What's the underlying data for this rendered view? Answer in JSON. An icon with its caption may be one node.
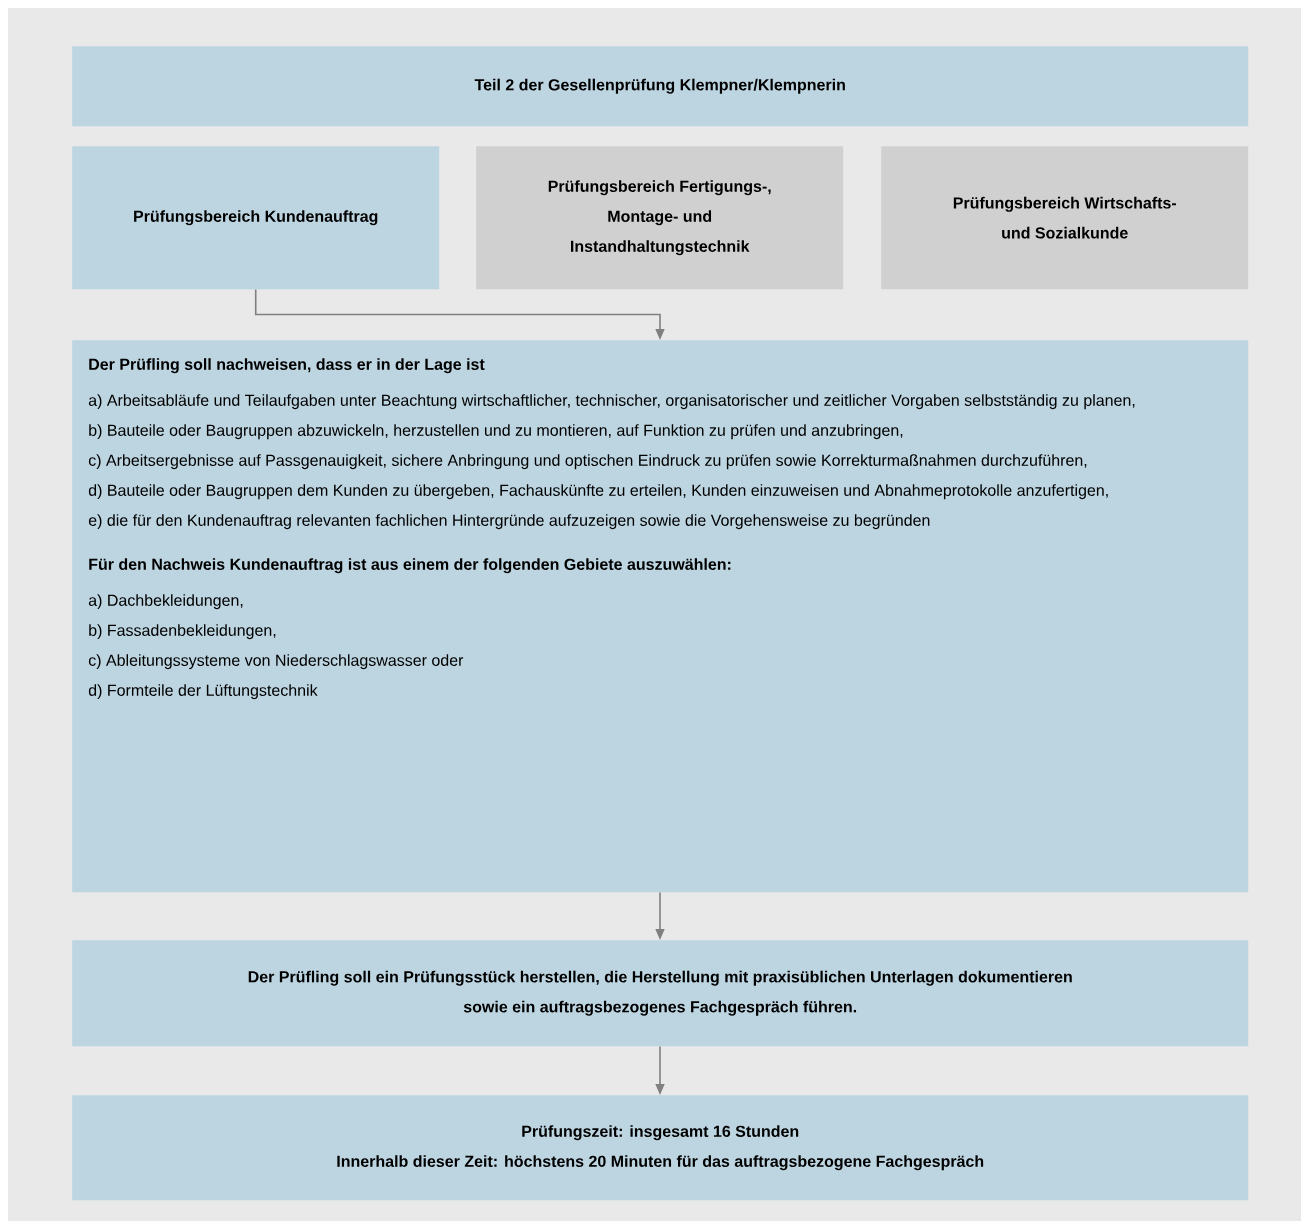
{
  "diagram": {
    "nodes": [
      {
        "text": [
          "Teil 2 der Gesellenprüfung Klempner/Klempnerin"
        ]
      },
      {
        "text": [
          "Prüfungsbereich Kundenauftrag"
        ]
      },
      {
        "text": [
          "Prüfungsbereich Fertigungs-, Montage- und Instandhaltungstechnik"
        ]
      },
      {
        "text": [
          "Prüfungsbereich Wirtschafts- und Sozialkunde"
        ]
      },
      {
        "text": [
          "Der Prüfling soll nachweisen, dass er in der Lage ist",
          "a) Arbeitsabläufe und Teilaufgaben unter Beachtung wirtschaftlicher, technischer, organisatorischer und zeitlicher Vorgaben selbstständig zu planen,",
          "b) Bauteile oder Baugruppen abzuwickeln, herzustellen und zu montieren, auf Funktion zu prüfen und anzubringen,",
          "c) Arbeitsergebnisse auf Passgenauigkeit, sichere Anbringung und optischen Eindruck zu prüfen sowie Korrekturmaßnahmen durchzuführen,",
          "d) Bauteile oder Baugruppen dem Kunden zu übergeben, Fachauskünfte zu erteilen, Kunden einzuweisen und Abnahmeprotokolle anzufertigen,",
          "e) die für den Kundenauftrag relevanten fachlichen Hintergründe aufzuzeigen sowie die Vorgehensweise zu begründen",
          "Für den Nachweis Kundenauftrag ist aus einem der folgenden Gebiete auszuwählen:",
          "a) Dachbekleidungen,",
          "b) Fassadenbekleidungen,",
          "c) Ableitungssysteme von Niederschlagswasser oder",
          "d) Formteile der Lüftungstechnik"
        ]
      },
      {
        "text": [
          "Der Prüfling soll ein Prüfungsstück herstellen, die Herstellung mit praxisüblichen Unterlagen dokumentieren sowie ein auftragsbezogenes Fachgespräch führen."
        ]
      },
      {
        "text": [
          "Prüfungszeit: insgesamt 16 Stunden",
          "Innerhalb dieser Zeit: höchstens 20 Minuten für das auftragsbezogene Fachgespräch"
        ]
      }
    ],
    "edges": [
      {
        "from": 1,
        "to": 4,
        "arrow": "to"
      },
      {
        "from": 4,
        "to": 5,
        "arrow": "to"
      },
      {
        "from": 5,
        "to": 6,
        "arrow": "to"
      }
    ]
  }
}
